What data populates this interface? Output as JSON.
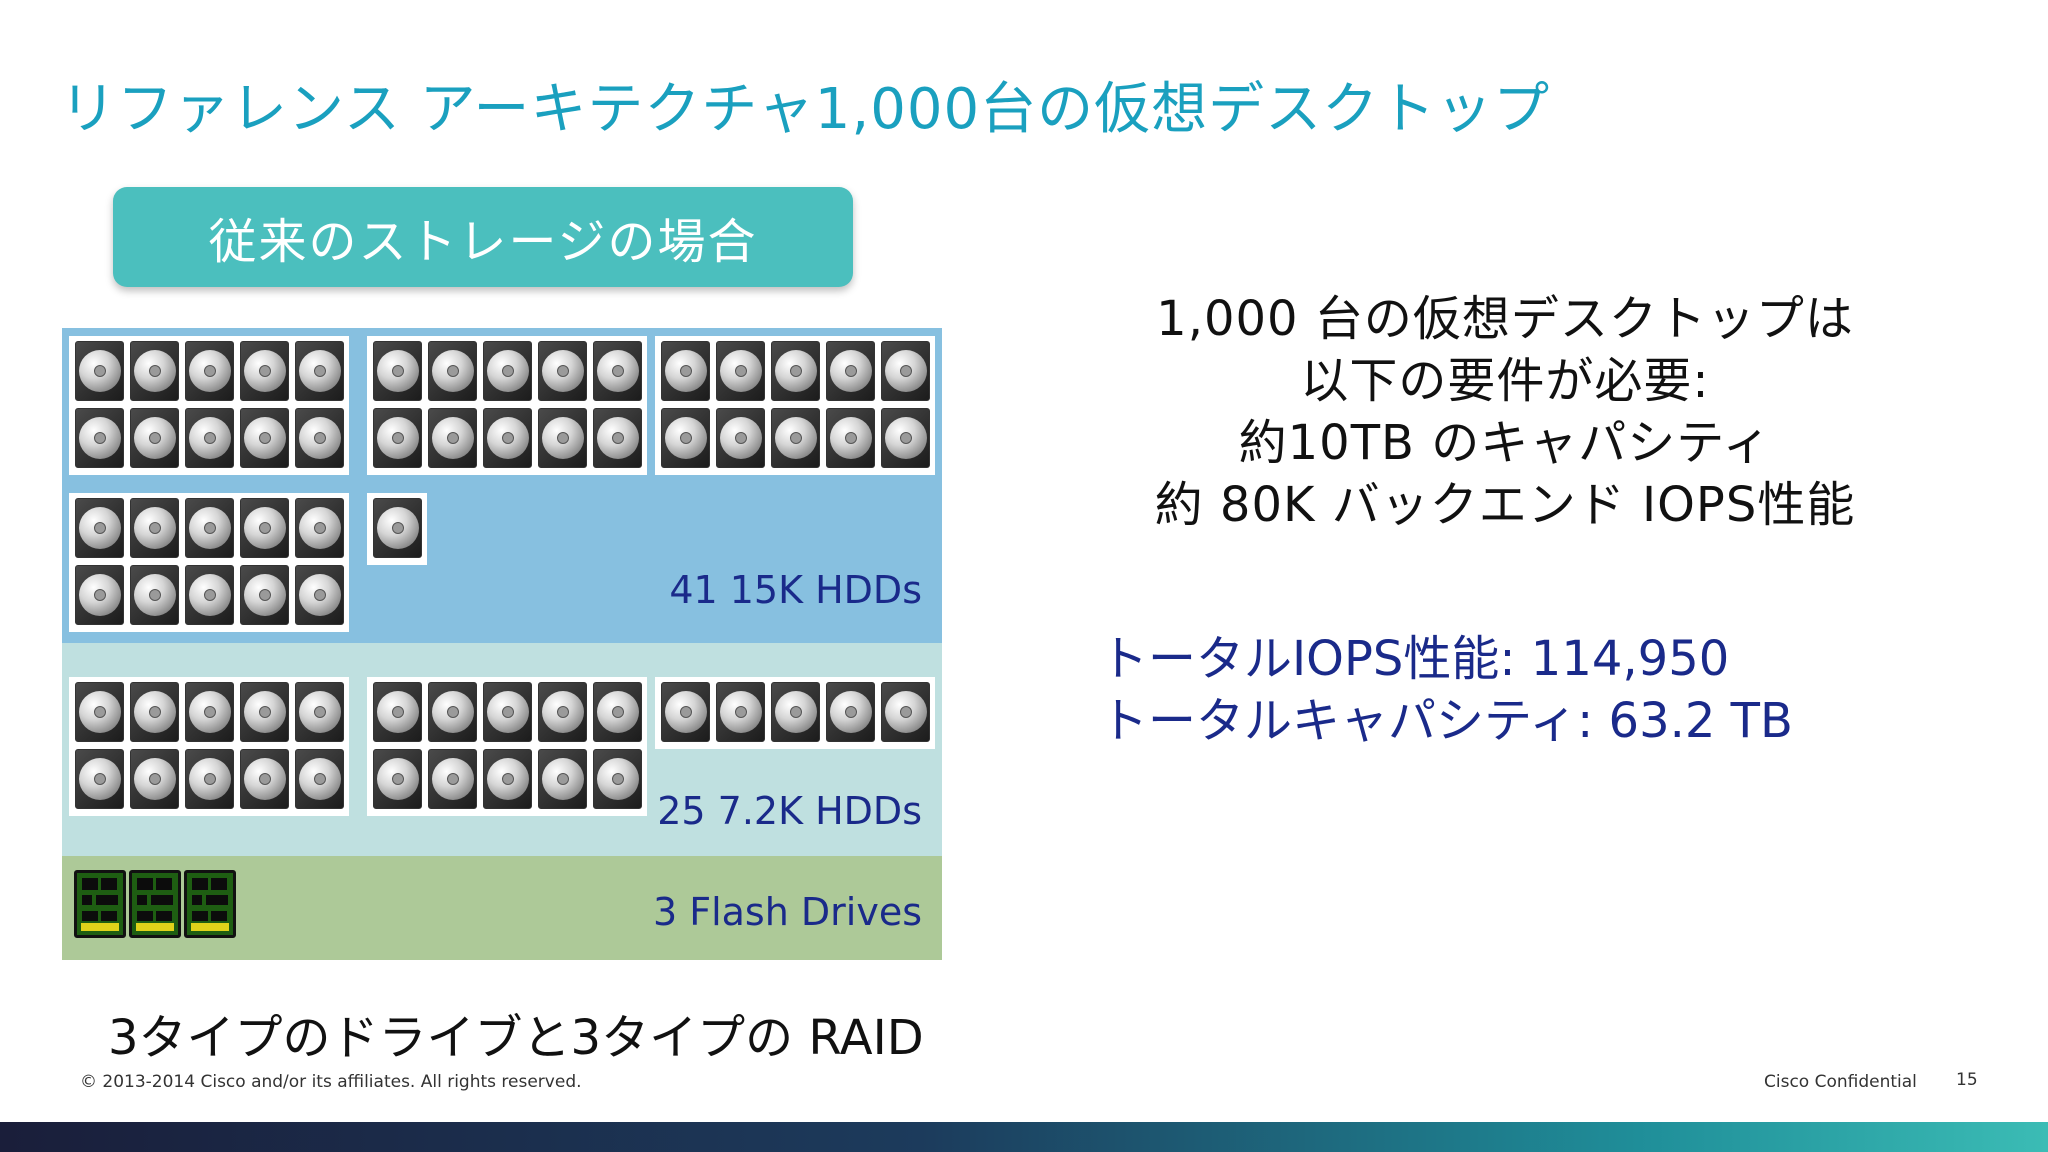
{
  "slide": {
    "title": "リファレンス アーキテクチャ1,000台の仮想デスクトップ",
    "badge": "従来のストレージの場合",
    "colors": {
      "title": "#1aa0bf",
      "badge": "#4bbfbe",
      "hdd_15k_zone": "#87c0e0",
      "hdd_7k_zone": "#bfe0e0",
      "flash_zone": "#adc998",
      "totals_text": "#1a2a8a"
    }
  },
  "storage": {
    "zones": [
      {
        "label": "41 15K HDDs",
        "drive_count": 41,
        "icon": "hard-disk-icon"
      },
      {
        "label": "25 7.2K HDDs",
        "drive_count": 25,
        "icon": "hard-disk-icon"
      },
      {
        "label": "3 Flash Drives",
        "drive_count": 3,
        "icon": "flash-drive-icon"
      }
    ]
  },
  "requirements": {
    "lines": [
      "1,000 台の仮想デスクトップは",
      "以下の要件が必要:",
      "約10TB のキャパシティ",
      "約 80K バックエンド IOPS性能"
    ]
  },
  "totals": {
    "iops": "トータルIOPS性能: 114,950",
    "capacity": "トータルキャパシティ: 63.2 TB"
  },
  "caption": "3タイプのドライブと3タイプの RAID",
  "footer": {
    "copyright": "© 2013-2014  Cisco and/or its affiliates. All rights reserved.",
    "confidential": "Cisco Confidential",
    "page": "15"
  }
}
